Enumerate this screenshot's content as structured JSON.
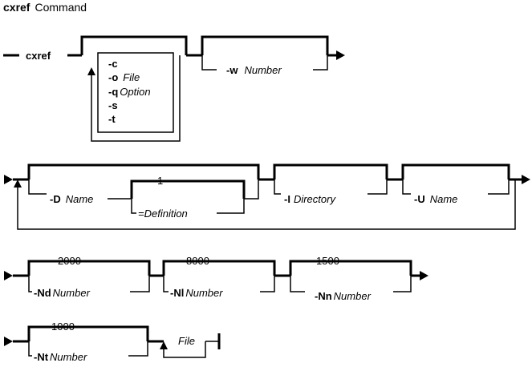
{
  "title": {
    "name": "cxref",
    "word": "Command"
  },
  "row1": {
    "command": "cxref",
    "flags": [
      {
        "flag": "-c",
        "arg": ""
      },
      {
        "flag": "-o",
        "arg": "File"
      },
      {
        "flag": "-q",
        "arg": "Option"
      },
      {
        "flag": "-s",
        "arg": ""
      },
      {
        "flag": "-t",
        "arg": ""
      }
    ],
    "w_flag": "-w",
    "w_arg": "Number"
  },
  "row2": {
    "d_flag": "-D",
    "d_arg": "Name",
    "d_default": "1",
    "d_def_alt": "=Definition",
    "i_flag": "-I",
    "i_arg": "Directory",
    "u_flag": "-U",
    "u_arg": "Name"
  },
  "row3": {
    "nd_default": "2000",
    "nd_flag": "-Nd",
    "nd_arg": "Number",
    "nl_default": "8000",
    "nl_flag": "-Nl",
    "nl_arg": "Number",
    "nn_default": "1500",
    "nn_flag": "-Nn",
    "nn_arg": "Number"
  },
  "row4": {
    "nt_default": "1000",
    "nt_flag": "-Nt",
    "nt_arg": "Number",
    "file_arg": "File"
  }
}
